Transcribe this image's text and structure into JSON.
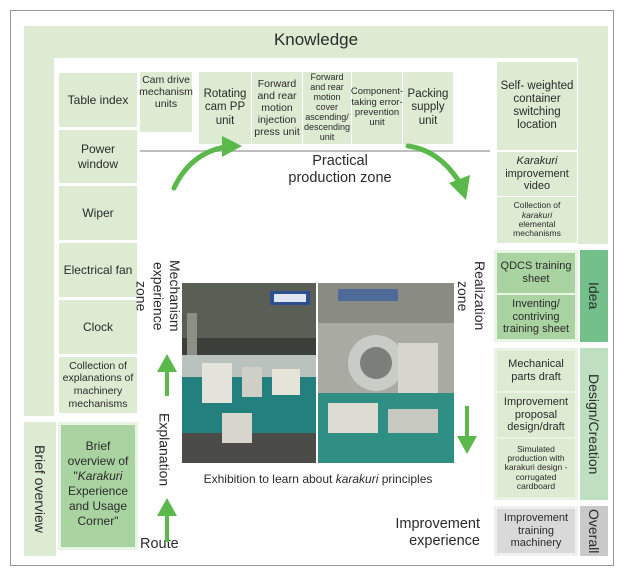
{
  "title": "Knowledge",
  "top_units": [
    "Cam drive mechanism units",
    "Rotating cam PP unit",
    "Forward and rear motion injection press unit",
    "Forward and rear motion cover ascending/ descending unit",
    "Component- taking error- prevention unit",
    "Packing supply unit"
  ],
  "left_units": [
    "Table index",
    "Power window",
    "Wiper",
    "Electrical fan",
    "Clock",
    "Collection of explanations of machinery mechanisms"
  ],
  "right_upper": {
    "self_weighted": "Self- weighted container switching location",
    "video_prefix": "Karakuri",
    "video_suffix": "improvement video",
    "collection_1": "Collection of",
    "collection_italic": "karakuri",
    "collection_2": "elemental mechanisms"
  },
  "right_idea": [
    "QDCS training sheet",
    "Inventing/ contriving training sheet"
  ],
  "right_design": [
    "Mechanical parts draft",
    "Improvement proposal design/draft",
    "Simulated production with karakuri design - corrugated cardboard"
  ],
  "right_overall": "Improvement training machinery",
  "tabs": {
    "idea": "Idea",
    "design": "Design/Creation",
    "overall": "Overall",
    "brief": "Brief overview"
  },
  "brief_box": {
    "line1": "Brief overview of \"",
    "italic": "Karakuri",
    "line2": " Experience and Usage Corner\""
  },
  "zones": {
    "practical": "Practical production zone",
    "mechanism": "Mechanism experience zone",
    "realization": "Realization zone",
    "explanation": "Explanation",
    "route": "Route",
    "improvement": "Improvement experience"
  },
  "caption": {
    "before": "Exhibition to learn about ",
    "italic": "karakuri",
    "after": " principles"
  },
  "colors": {
    "band": "#dcebd1",
    "arrow": "#5bb84a",
    "idea_tab": "#74c08a",
    "frame": "#9a9a9a"
  }
}
